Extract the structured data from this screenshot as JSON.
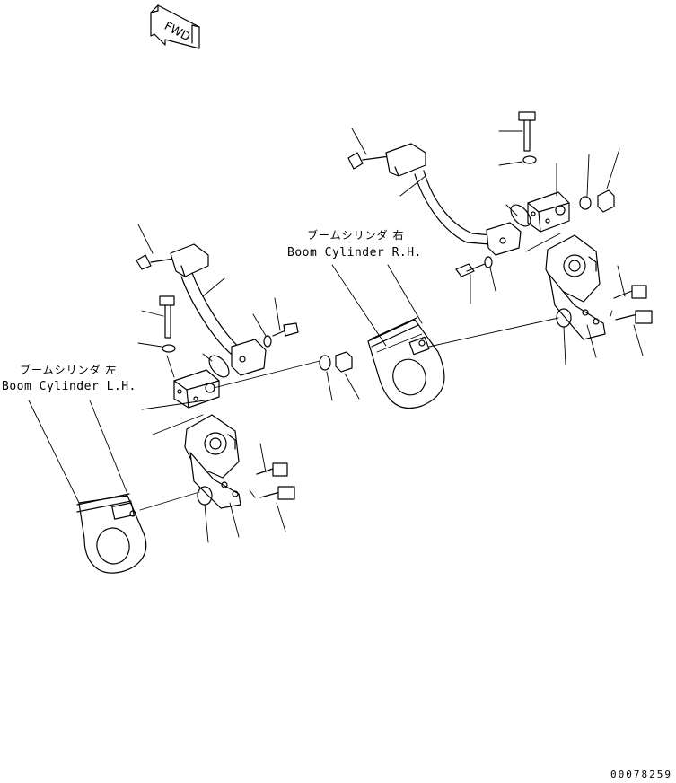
{
  "direction_marker": {
    "text": "FWD"
  },
  "labels": {
    "boom_rh_jp": "ブームシリンダ 右",
    "boom_rh_en": "Boom Cylinder R.H.",
    "boom_lh_jp": "ブームシリンダ 左",
    "boom_lh_en": "Boom Cylinder L.H."
  },
  "drawing_number": "00078259",
  "colors": {
    "line": "#000000",
    "background": "#ffffff"
  }
}
